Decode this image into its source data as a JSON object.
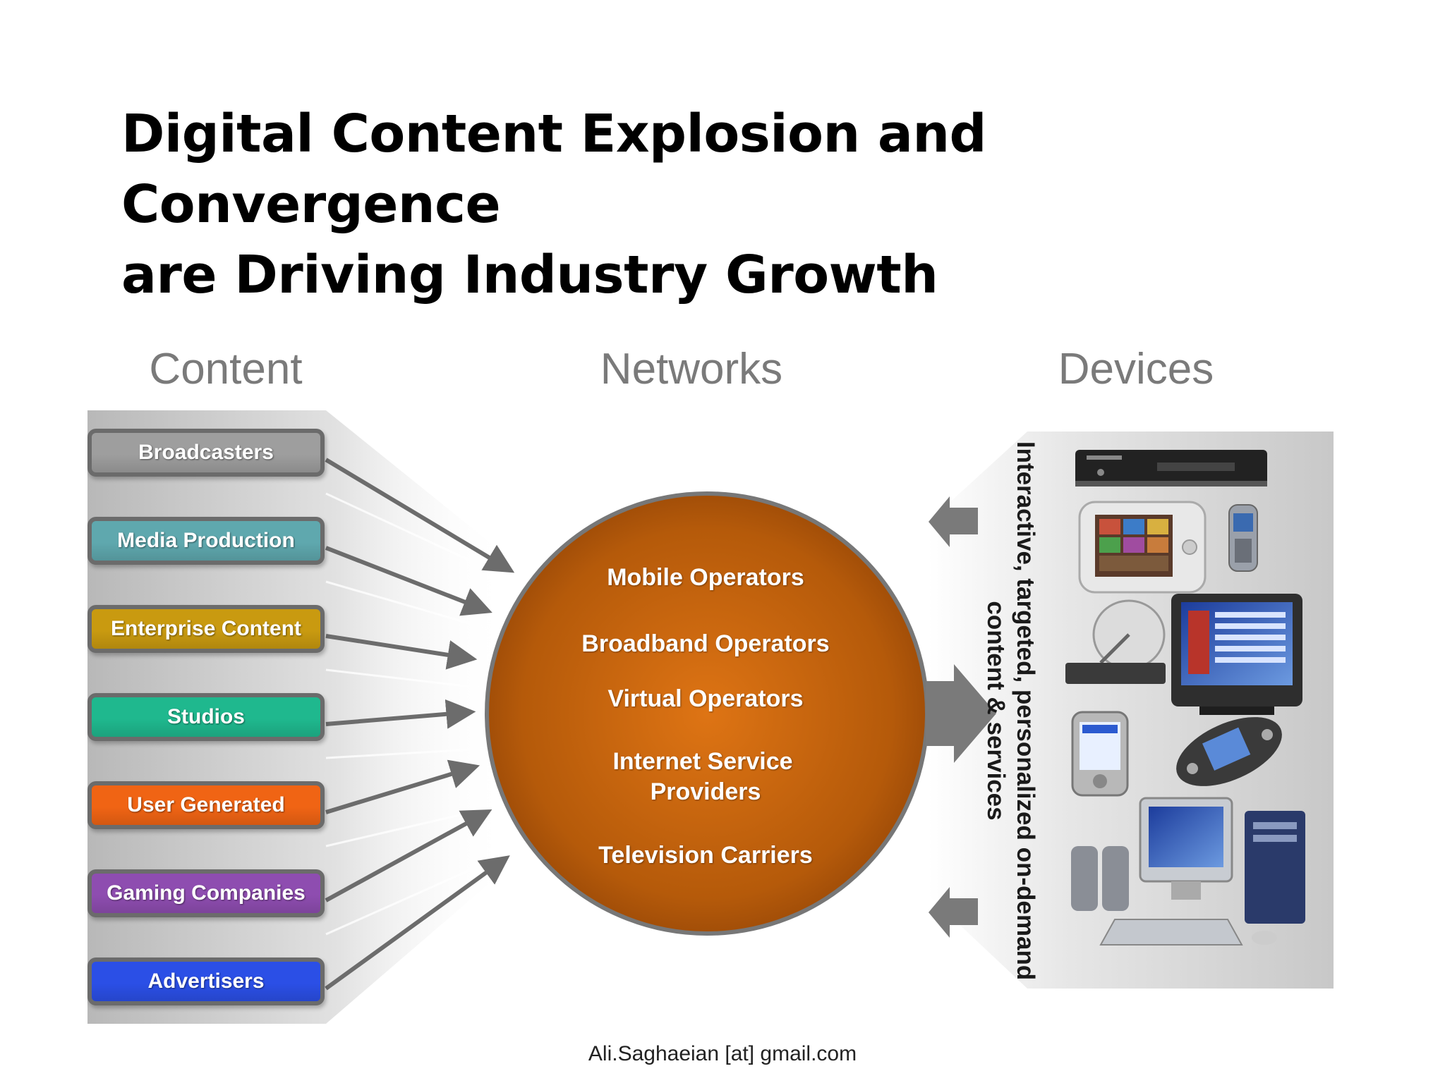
{
  "title": {
    "line1": "Digital Content Explosion and Convergence",
    "line2": "are Driving Industry Growth"
  },
  "columns": {
    "content": "Content",
    "networks": "Networks",
    "devices": "Devices"
  },
  "content_sources": [
    {
      "label": "Broadcasters",
      "color": "#9e9e9e"
    },
    {
      "label": "Media Production",
      "color": "#5fa8ae"
    },
    {
      "label": "Enterprise Content",
      "color": "#c99a10"
    },
    {
      "label": "Studios",
      "color": "#1fb88e"
    },
    {
      "label": "User Generated",
      "color": "#f06414"
    },
    {
      "label": "Gaming Companies",
      "color": "#8e4db0"
    },
    {
      "label": "Advertisers",
      "color": "#2b4fe6"
    }
  ],
  "networks": [
    "Mobile Operators",
    "Broadband Operators",
    "Virtual Operators",
    "Internet Service",
    "Providers",
    "Television Carriers"
  ],
  "devices_caption": {
    "line1": "Interactive, targeted, personalized on-demand",
    "line2": "content & services"
  },
  "colors": {
    "circle": "#c2600c",
    "circle_dark": "#8a3f06",
    "arrow": "#7a7a7a"
  },
  "footer": "Ali.Saghaeian [at] gmail.com"
}
